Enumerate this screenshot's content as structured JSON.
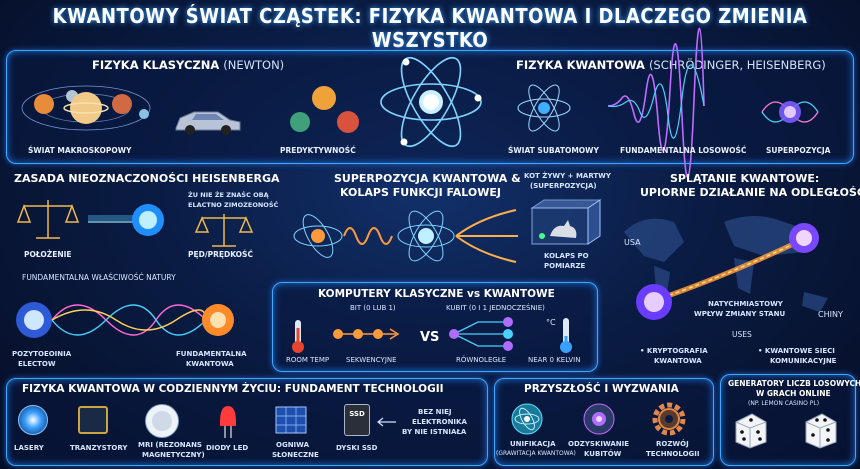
{
  "title": "KWANTOWY ŚWIAT CZĄSTEK: FIZYKA KWANTOWA I DLACZEGO ZMIENIA WSZYSTKO",
  "classical": {
    "heading": "FIZYKA KLASYCZNA",
    "heading_sub": "(NEWTON)",
    "items": [
      "ŚWIAT MAKROSKOPOWY",
      "PREDYKTYWNOŚĆ"
    ]
  },
  "quantum": {
    "heading": "FIZYKA KWANTOWA",
    "heading_sub": "(SCHRÖDINGER, HEISENBERG)",
    "items": [
      "ŚWIAT SUBATOMOWY",
      "FUNDAMENTALNA LOSOWOŚĆ",
      "SUPERPOZYCJA"
    ]
  },
  "heisenberg": {
    "heading": "ZASADA NIEOZNACZONOŚCI HEISENBERGA",
    "note": [
      "ŻU NIE ŻE ZNAŚC OBĄ",
      "ELACTNO ZIMOZEONOŚĆ"
    ],
    "position": "POŁOŻENIE",
    "momentum": "PĘD/PRĘDKOŚĆ",
    "footer": "FUNDAMENTALNA WŁAŚCIWOŚĆ NATURY"
  },
  "superposition": {
    "heading": [
      "SUPERPOZYCJA KWANTOWA &",
      "KOLAPS FUNKCJI FALOWEJ"
    ],
    "cat_top": [
      "KOT ŻYWY + MARTWY",
      "(SUPERPOZYCJA)"
    ],
    "cat_bottom": [
      "KOLAPS PO",
      "POMIARZE"
    ]
  },
  "entanglement": {
    "heading": [
      "SPLĄTANIE KWANTOWE:",
      "UPIORNE DZIAŁANIE NA ODLEGŁOŚĆ"
    ],
    "usa": "USA",
    "china": "CHINY",
    "instant": [
      "NATYCHMIASTOWY",
      "WPŁYW ZMIANY STANU"
    ],
    "uses": "USES",
    "use1": [
      "• KRYPTOGRAFIA",
      "KWANTOWA"
    ],
    "use2": [
      "• KWANTOWE SIECI",
      "KOMUNIKACYJNE"
    ]
  },
  "wave": {
    "left": [
      "POZYTOEOINIA",
      "ELECTOW"
    ],
    "right": [
      "FUNDAMENTALNA",
      "KWANTOWA"
    ]
  },
  "computers": {
    "heading": "KOMPUTERY KLASYCZNE vs KWANTOWE",
    "bit": "BIT (0 LUB 1)",
    "qubit": "KUBIT (0 I 1 JEDNOCZEŚNIE)",
    "vs": "VS",
    "room": "ROOM TEMP",
    "seq": "SEKWENCYJNE",
    "par": "RÓWNOLEGŁE",
    "kelvin": "NEAR 0 KELVIN",
    "celsius": "°C"
  },
  "everyday": {
    "heading": "FIZYKA KWANTOWA W CODZIENNYM ŻYCIU: FUNDAMENT TECHNOLOGII",
    "items": [
      "LASERY",
      "TRANZYSTORY",
      "MRI (REZONANS",
      "MAGNETYCZNY)",
      "DIODY LED",
      "OGNIWA",
      "SŁONECZNE",
      "DYSKI SSD"
    ],
    "ssd_label": "SSD",
    "note": [
      "BEZ NIEJ",
      "ELEKTRONIKA",
      "BY NIE ISTNIAŁA"
    ]
  },
  "future": {
    "heading": "PRZYSZŁOŚĆ I WYZWANIA",
    "items": [
      "UNIFIKACJA",
      "(GRAWITACJA KWANTOWA)",
      "ODZYSKIWANIE",
      "KUBITÓW",
      "ROZWÓJ",
      "TECHNOLOGII"
    ]
  },
  "rng": {
    "heading": [
      "GENERATORY LICZB LOSOWYCH",
      "W GRACH ONLINE"
    ],
    "note": "(NP. LEMON CASINO PL)"
  }
}
